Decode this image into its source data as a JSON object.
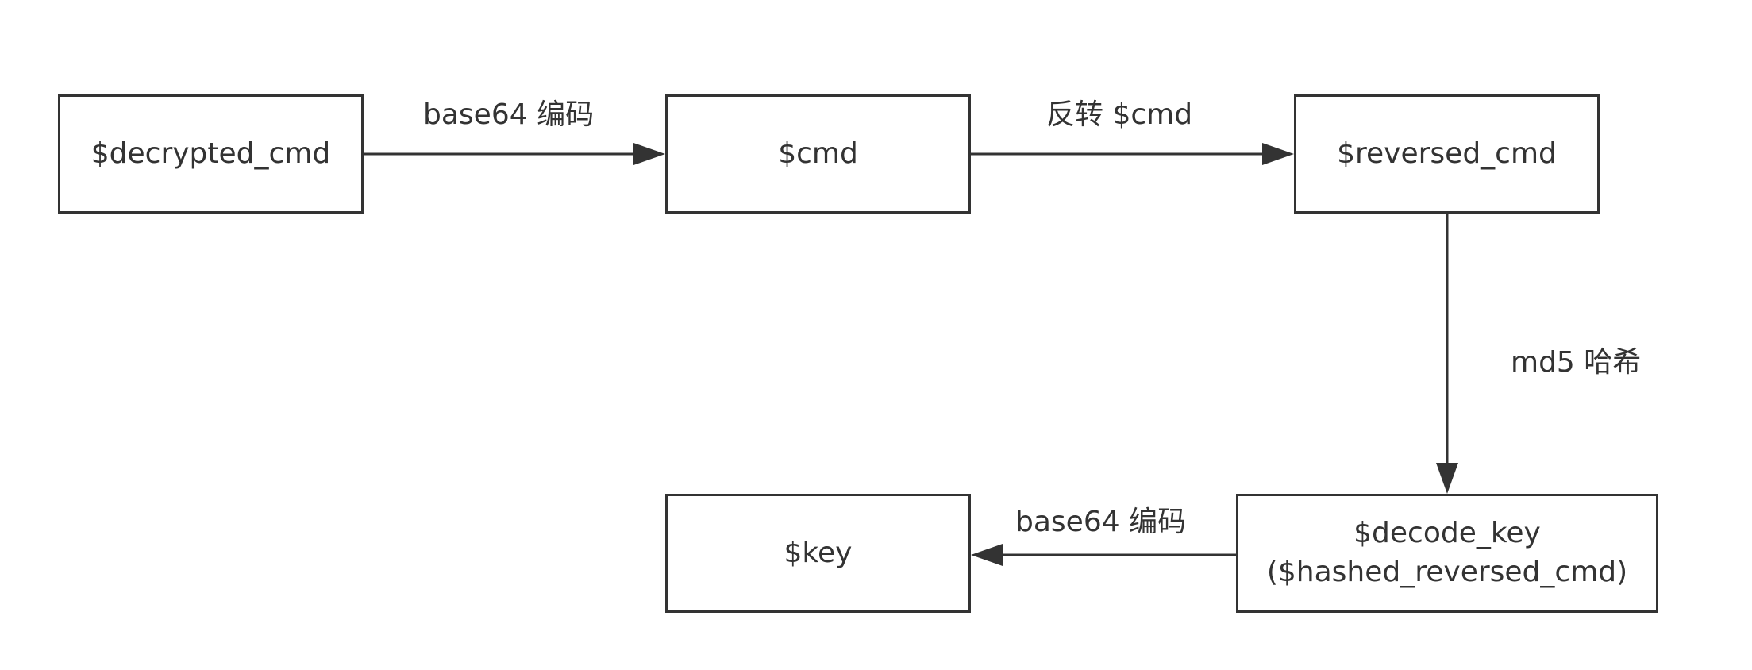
{
  "colors": {
    "stroke": "#333333",
    "text": "#333333",
    "background": "#ffffff"
  },
  "nodes": {
    "decrypted_cmd": "$decrypted_cmd",
    "cmd": "$cmd",
    "reversed_cmd": "$reversed_cmd",
    "key": "$key",
    "decode_key_line1": "$decode_key",
    "decode_key_line2": "($hashed_reversed_cmd)"
  },
  "edges": {
    "base64_encode_1": "base64 编码",
    "reverse_cmd": "反转 $cmd",
    "md5_hash": "md5 哈希",
    "base64_encode_2": "base64 编码"
  }
}
